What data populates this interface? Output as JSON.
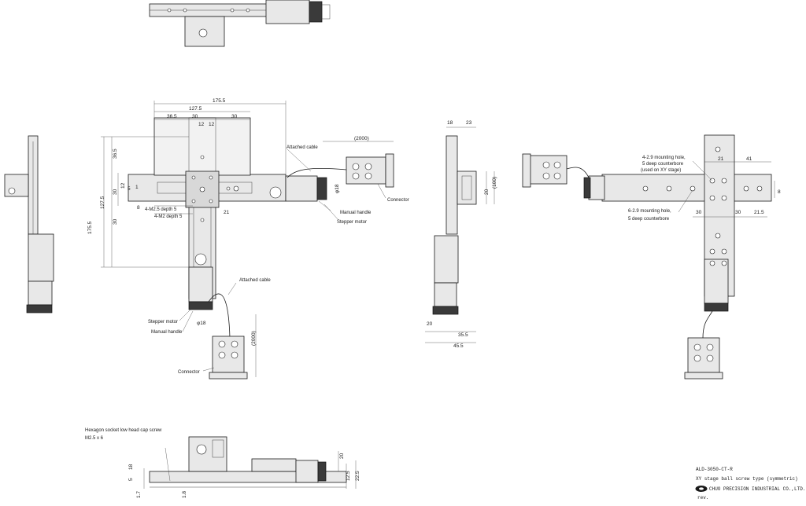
{
  "dimensions": {
    "d175_5_top": "175.5",
    "d127_5_top": "127.5",
    "d36_5": "36.5",
    "d30_a": "30",
    "d12_a": "12",
    "d12_b": "12",
    "d30_b": "30",
    "d36_5_left": "36.5",
    "d127_5_left": "127.5",
    "d175_5_left": "175.5",
    "d30_left_a": "30",
    "d30_left_b": "30",
    "d12_left": "12",
    "d5_left": "5",
    "d1_left": "1",
    "d8_left": "8",
    "d21_center": "21",
    "d18_right": "φ18",
    "d18_bottom": "φ18",
    "d2000_top": "(2000)",
    "d2000_bottom": "(2000)",
    "side_18": "18",
    "side_23": "23",
    "side_20a": "20",
    "side_100": "(100)",
    "side_20b": "20",
    "side_35_5": "35.5",
    "side_45_5": "45.5",
    "r_21": "21",
    "r_41": "41",
    "r_8": "8",
    "r_30a": "30",
    "r_30b": "30",
    "r_21_5": "21.5",
    "f_20": "20",
    "f_18": "18",
    "f_5": "5",
    "f_12_5": "12.5",
    "f_22_5": "22.5",
    "f_1_7": "1.7",
    "f_1_8": "1.8"
  },
  "labels": {
    "tap_a": "4-M2.5 depth 5",
    "tap_b": "4-M2 depth 5",
    "attached_cable_top": "Attached cable",
    "connector_top": "Connector",
    "manual_handle_right": "Manual handle",
    "stepper_motor_right": "Stepper motor",
    "attached_cable_bottom": "Attached cable",
    "stepper_motor_bottom": "Stepper motor",
    "manual_handle_bottom": "Manual handle",
    "connector_bottom": "Connector",
    "mount_xy_1": "4-2.9 mounting hole,",
    "mount_xy_2": "5 deep counterbore",
    "mount_xy_3": "(used on XY stage)",
    "mount_6_1": "6-2.9 mounting hole,",
    "mount_6_2": "5 deep counterbore",
    "hex_screw": "Hexagon socket low head cap screw",
    "hex_size": "M2.5 x 6"
  },
  "title_block": {
    "model": "ALD-3050-CT-R",
    "description": "XY stage ball screw type (symmetric)",
    "company": "CHUO PRECISION INDUSTRIAL CO.,LTD.",
    "rev": "rev."
  },
  "colors": {
    "line": "#1a1a1a",
    "background": "#ffffff",
    "fill": "#e8e8e8"
  }
}
